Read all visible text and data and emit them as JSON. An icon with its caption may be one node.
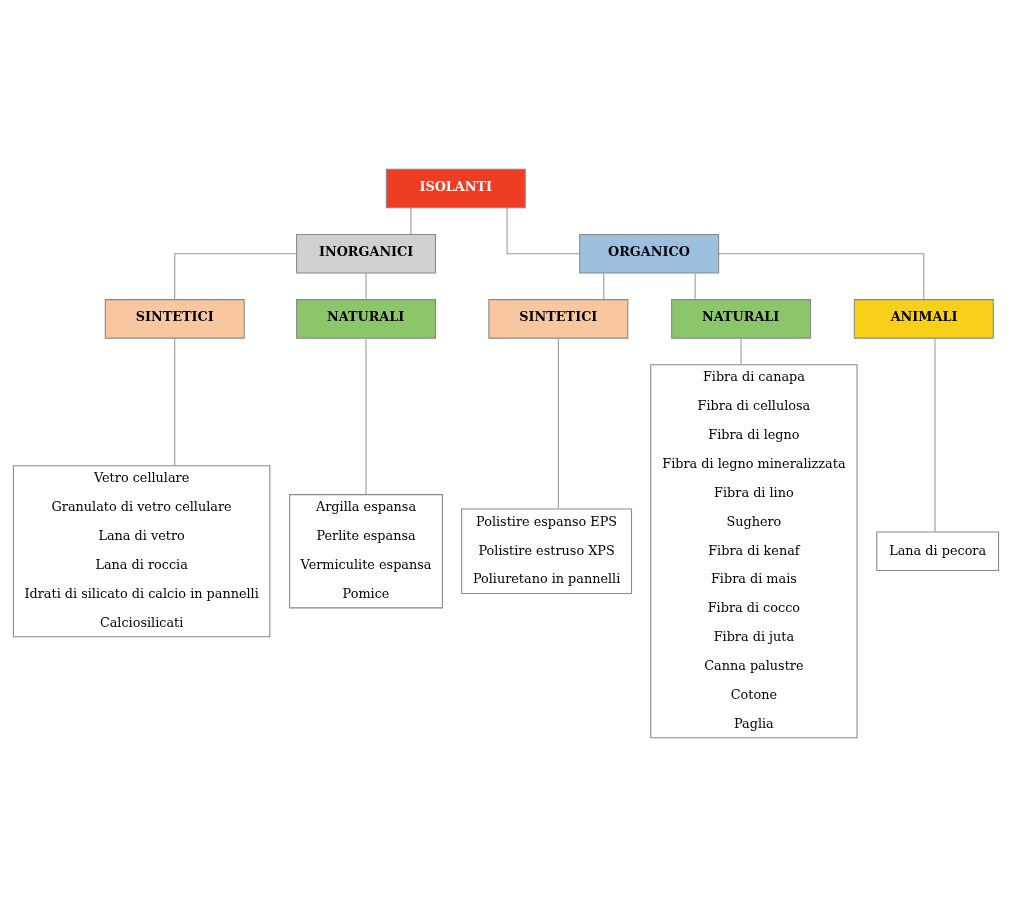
{
  "diagram": {
    "nodes": [
      {
        "text": [
          "ISOLANTI"
        ]
      },
      {
        "text": [
          "INORGANICI"
        ]
      },
      {
        "text": [
          "ORGANICO"
        ]
      },
      {
        "text": [
          "SINTETICI"
        ]
      },
      {
        "text": [
          "NATURALI"
        ]
      },
      {
        "text": [
          "SINTETICI"
        ]
      },
      {
        "text": [
          "NATURALI"
        ]
      },
      {
        "text": [
          "ANIMALI"
        ]
      },
      {
        "text": [
          "Vetro cellulare",
          "Granulato di vetro cellulare",
          "Lana di vetro",
          "Lana di roccia",
          "Idrati di silicato di calcio in pannelli",
          "Calciosilicati"
        ]
      },
      {
        "text": [
          "Argilla espansa",
          "Perlite espansa",
          "Vermiculite espansa",
          "Pomice"
        ]
      },
      {
        "text": [
          "Polistire espanso EPS",
          "Polistire estruso XPS",
          "Poliuretano in pannelli"
        ]
      },
      {
        "text": [
          "Fibra di canapa",
          "Fibra di cellulosa",
          "Fibra di legno",
          "Fibra di legno mineralizzata",
          "Fibra di lino",
          "Sughero",
          "Fibra di kenaf",
          "Fibra di mais",
          "Fibra di cocco",
          "Fibra di juta",
          "Canna palustre",
          "Cotone",
          "Paglia"
        ]
      },
      {
        "text": [
          "Lana di pecora"
        ]
      }
    ],
    "edges": [
      {
        "from": 0,
        "to": 1,
        "arrow": "none"
      },
      {
        "from": 0,
        "to": 2,
        "arrow": "none"
      },
      {
        "from": 1,
        "to": 3,
        "arrow": "none"
      },
      {
        "from": 1,
        "to": 4,
        "arrow": "none"
      },
      {
        "from": 2,
        "to": 5,
        "arrow": "none"
      },
      {
        "from": 2,
        "to": 6,
        "arrow": "none"
      },
      {
        "from": 2,
        "to": 7,
        "arrow": "none"
      },
      {
        "from": 3,
        "to": 8,
        "arrow": "none"
      },
      {
        "from": 4,
        "to": 9,
        "arrow": "none"
      },
      {
        "from": 5,
        "to": 10,
        "arrow": "none"
      },
      {
        "from": 6,
        "to": 11,
        "arrow": "none"
      },
      {
        "from": 7,
        "to": 12,
        "arrow": "none"
      }
    ]
  }
}
